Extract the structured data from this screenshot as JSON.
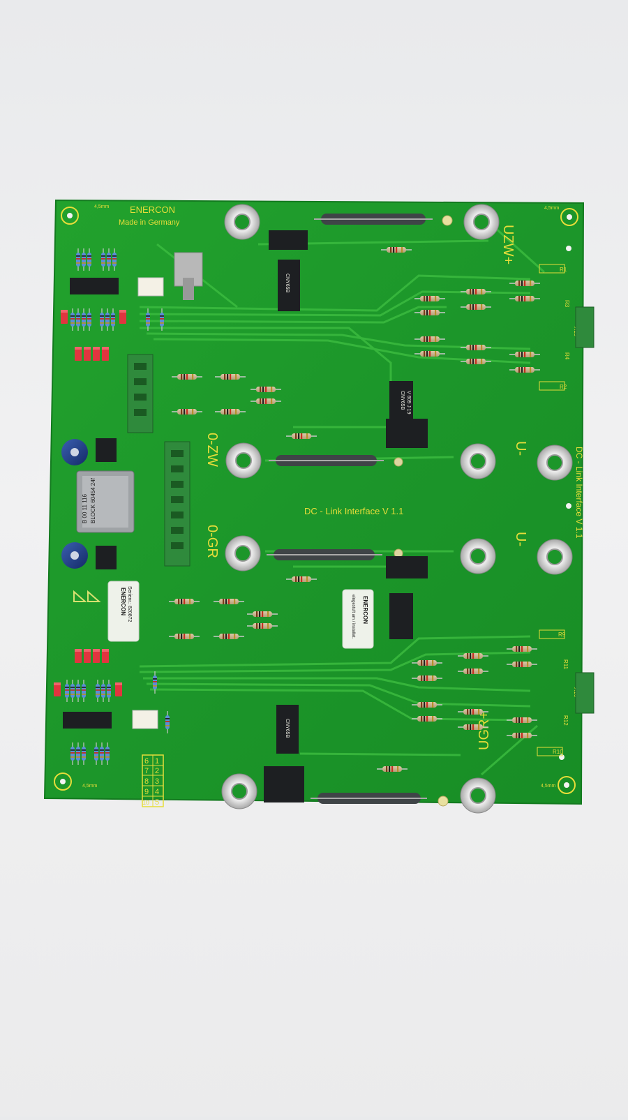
{
  "board": {
    "brand": "ENERCON",
    "made_in": "Made in Germany",
    "center_label": "DC - Link Interface   V 1.1",
    "side_label": "DC - Link Interface  V 1.1",
    "terminal_labels": [
      "UZW+",
      "0-ZW",
      "0-GR",
      "U-",
      "U-",
      "UGR+"
    ],
    "mount_label": "4,5mm",
    "test_numbers": [
      "1",
      "2",
      "3",
      "4",
      "5",
      "6",
      "7",
      "8",
      "9",
      "10"
    ],
    "sticker_left": {
      "brand": "ENERCON",
      "line1": "Serienr.: 820872",
      "line2": ""
    },
    "sticker_right": {
      "brand": "ENERCON",
      "line1": "eingestuft am / installat."
    },
    "transformer_text": [
      "B 00 11 116",
      "BLOCK 60454 24f"
    ],
    "ic_marks": [
      "CNY65B",
      "V 609 J 19"
    ],
    "ref_labels": [
      "R1",
      "R2",
      "R3",
      "R4",
      "R9",
      "R10",
      "R11",
      "R12",
      "X19",
      "X16"
    ]
  },
  "colors": {
    "pcb": "#1f9a2a",
    "pcb_dark": "#157a1e",
    "trace": "#3bbb3f",
    "silkscreen": "#e6dd3a",
    "background": "#ececed"
  }
}
